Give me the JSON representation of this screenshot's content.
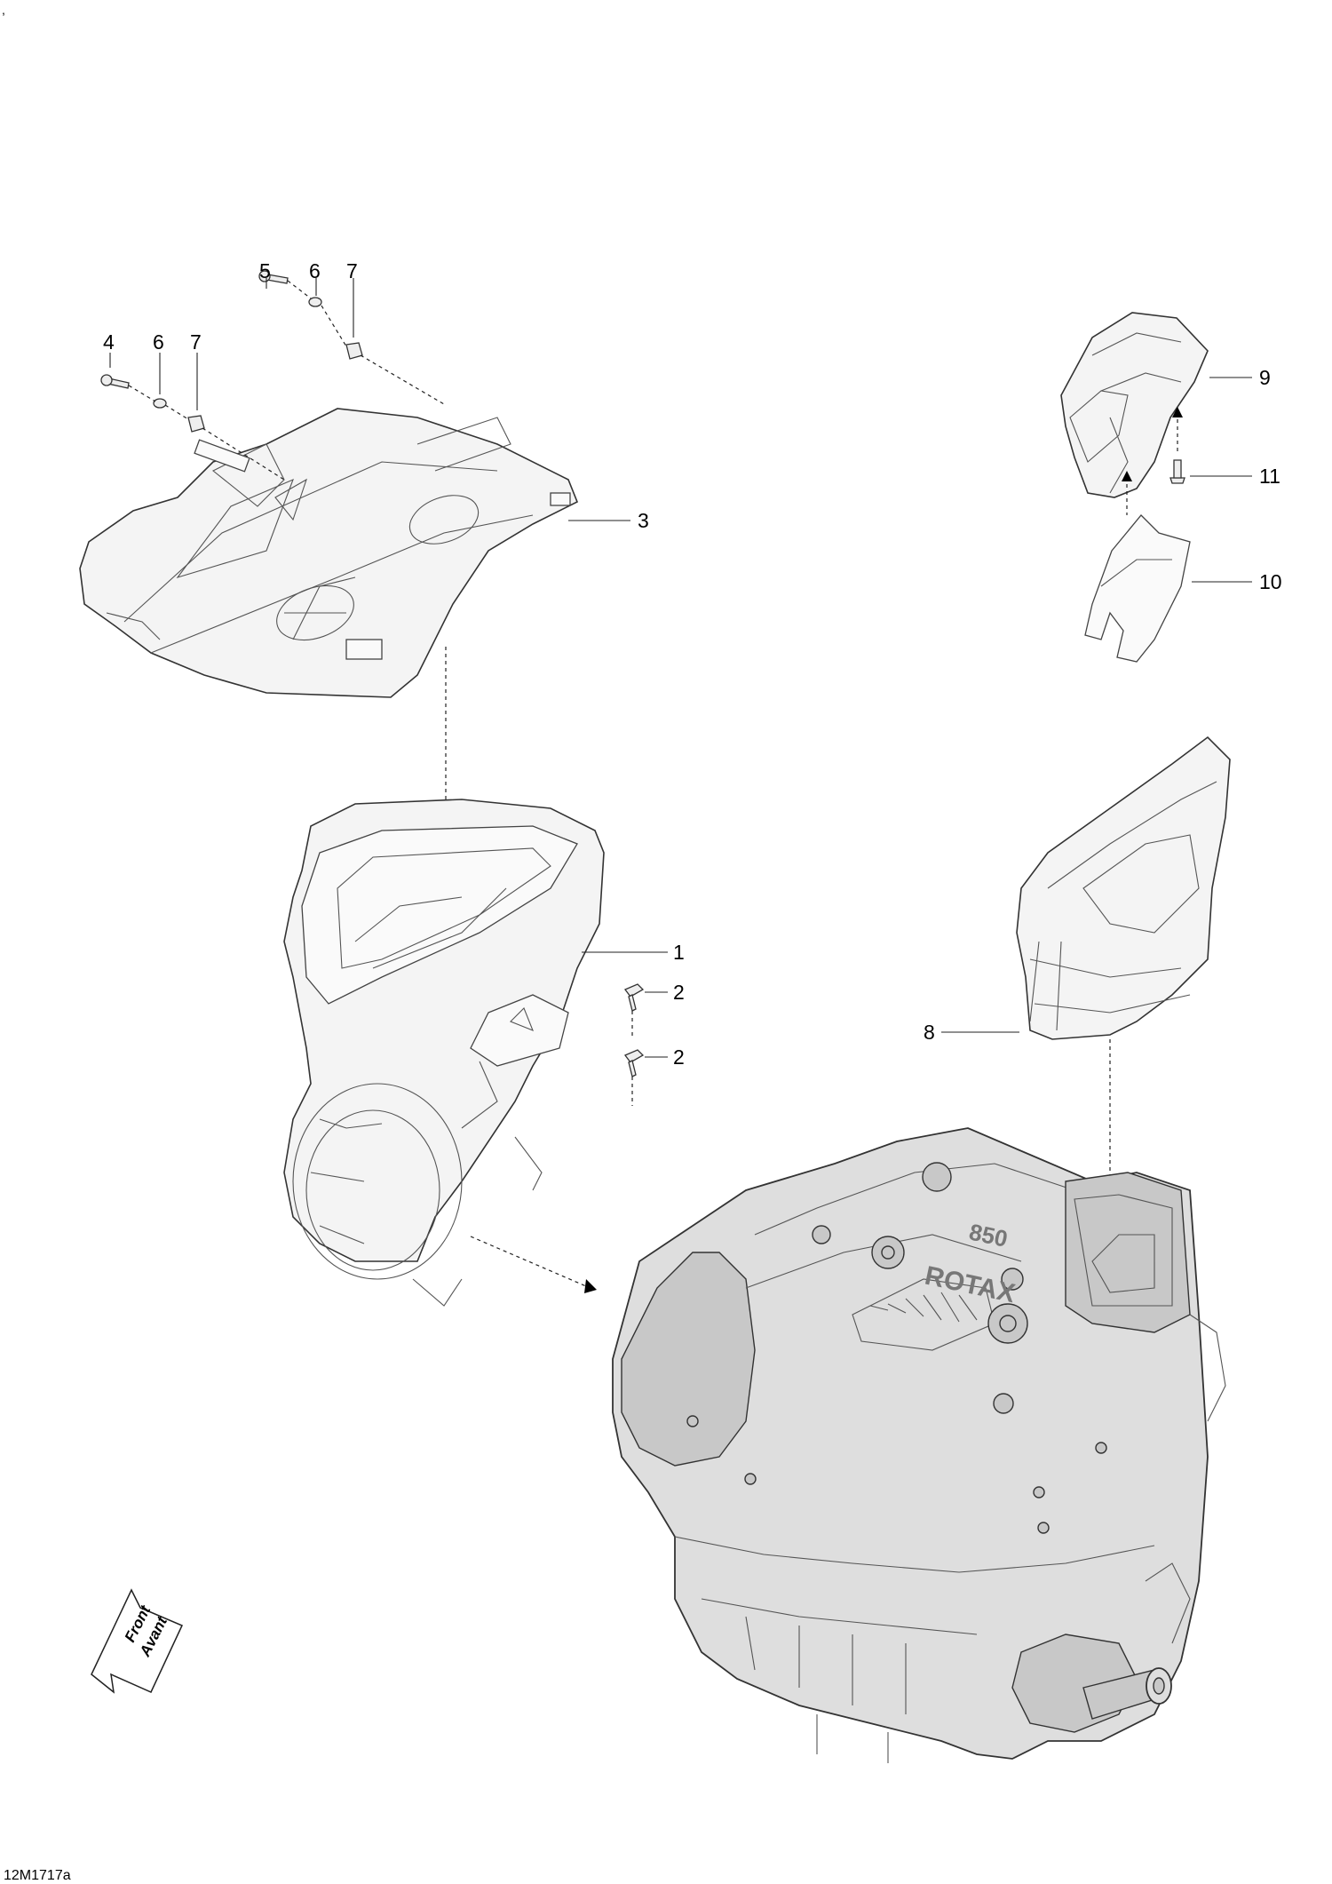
{
  "corner_mark": ",",
  "figure_id": "12M1717a",
  "direction_badge": {
    "line1": "Front",
    "line2": "Avant"
  },
  "callouts": {
    "c1": "1",
    "c2a": "2",
    "c2b": "2",
    "c3": "3",
    "c4": "4",
    "c5": "5",
    "c6a": "6",
    "c6b": "6",
    "c7a": "7",
    "c7b": "7",
    "c8": "8",
    "c9": "9",
    "c10": "10",
    "c11": "11"
  },
  "engine_cover_text": "ROTAX",
  "engine_cover_code": "850"
}
